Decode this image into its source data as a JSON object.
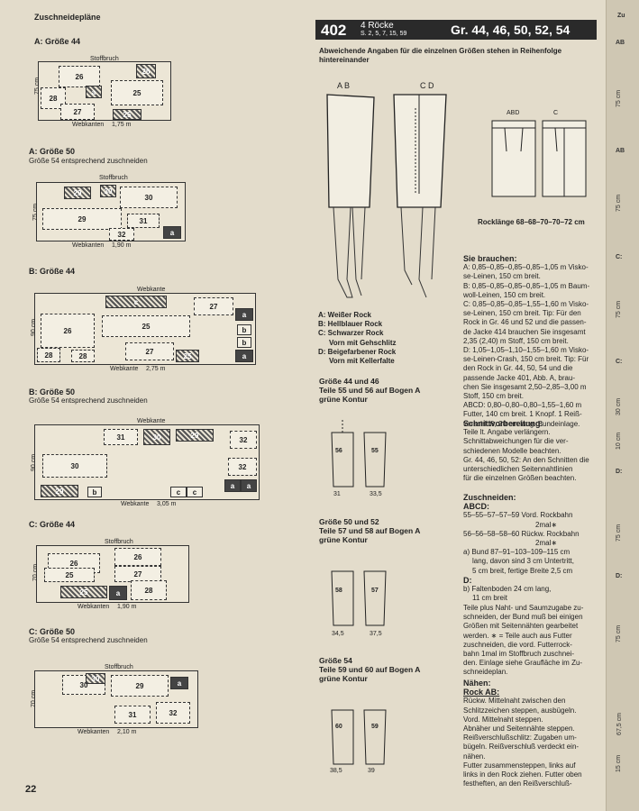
{
  "left": {
    "title": "Zuschneidepläne",
    "sections": [
      {
        "heading": "A: Größe 44",
        "sub": "",
        "fold": "Stoffbruch",
        "fold2": "",
        "bottom": "Webkanten",
        "length": "1,75 m",
        "side": "75 cm",
        "pieces": [
          "26",
          "26",
          "25",
          "28",
          "27",
          "a",
          "25"
        ]
      },
      {
        "heading": "A: Größe 50",
        "sub": "Größe 54 entsprechend zuschneiden",
        "fold": "Stoffbruch",
        "fold2": "",
        "bottom": "Webkanten",
        "length": "1,90 m",
        "side": "75 cm",
        "pieces": [
          "29",
          "30",
          "30",
          "29",
          "31",
          "32",
          "a"
        ]
      },
      {
        "heading": "B: Größe 44",
        "sub": "",
        "fold": "Webkante",
        "fold2": "",
        "bottom": "Webkante",
        "length": "2,75 m",
        "side": "90 cm",
        "pieces": [
          "c",
          "27",
          "26",
          "25",
          "a",
          "b",
          "b",
          "28",
          "28",
          "27",
          "25",
          "a"
        ]
      },
      {
        "heading": "B: Größe 50",
        "sub": "Größe 54 entsprechend zuschneiden",
        "fold": "Webkante",
        "fold2": "",
        "bottom": "Webkante",
        "length": "3,05 m",
        "side": "90 cm",
        "pieces": [
          "31",
          "30",
          "29",
          "32",
          "30",
          "32",
          "29",
          "b",
          "c",
          "c",
          "a",
          "a"
        ]
      },
      {
        "heading": "C: Größe 44",
        "sub": "",
        "fold": "Stoffbruch",
        "fold2": "",
        "bottom": "Webkanten",
        "length": "1,90 m",
        "side": "70 cm",
        "pieces": [
          "26",
          "25",
          "26",
          "27",
          "25",
          "a",
          "28"
        ]
      },
      {
        "heading": "C: Größe 50",
        "sub": "Größe 54 entsprechend zuschneiden",
        "fold": "Stoffbruch",
        "fold2": "",
        "bottom": "Webkanten",
        "length": "2,10 m",
        "side": "70 cm",
        "pieces": [
          "30",
          "29",
          "30",
          "a",
          "31",
          "32"
        ]
      }
    ],
    "page_number": "22"
  },
  "header": {
    "number": "402",
    "title": "4 Röcke",
    "pages": "S. 2, 5, 7, 15, 59",
    "sizes": "Gr. 44, 46, 50, 52, 54"
  },
  "intro": "Abweichende Angaben für die einzelnen Größen stehen in Reihenfolge hintereinander",
  "figures": {
    "ab": "A B",
    "cd": "C D",
    "abd": "ABD",
    "c": "C",
    "length": "Rocklänge 68–68–70–70–72 cm"
  },
  "legend": [
    "A: Weißer Rock",
    "B: Hellblauer Rock",
    "C: Schwarzer Rock",
    "Vorn mit Gehschlitz",
    "D: Beigefarbener Rock",
    "Vorn mit Kellerfalte"
  ],
  "sizes_blocks": [
    {
      "title1": "Größe 44 und 46",
      "title2": "Teile 55 und 56 auf Bogen A",
      "title3": "grüne Kontur",
      "p1": "56",
      "p2": "55",
      "m1": "31",
      "m2": "33,5"
    },
    {
      "title1": "Größe 50 und 52",
      "title2": "Teile 57 und 58 auf Bogen A",
      "title3": "grüne Kontur",
      "p1": "58",
      "p2": "57",
      "m1": "34,5",
      "m2": "37,5"
    },
    {
      "title1": "Größe 54",
      "title2": "Teile 59 und 60 auf Bogen A",
      "title3": "grüne Kontur",
      "p1": "60",
      "p2": "59",
      "m1": "38,5",
      "m2": "39"
    }
  ],
  "brauchen": {
    "title": "Sie brauchen:",
    "lines": [
      "A: 0,85–0,85–0,85–0,85–1,05 m Visko-",
      "se-Leinen, 150 cm breit.",
      "B: 0,85–0,85–0,85–0,85–1,05 m Baum-",
      "woll-Leinen, 150 cm breit.",
      "C: 0,85–0,85–0,85–1,55–1,60 m Visko-",
      "se-Leinen, 150 cm breit. Tip: Für den",
      "Rock in Gr. 46 und 52 und die passen-",
      "de Jacke 414 brauchen Sie insgesamt",
      "2,35 (2,40) m Stoff, 150 cm breit.",
      "D: 1,05–1,05–1,10–1,55–1,60 m Visko-",
      "se-Leinen-Crash, 150 cm breit. Tip: Für",
      "den Rock in Gr. 44, 50, 54 und die",
      "passende Jacke 401, Abb. A, brau-",
      "chen Sie insgesamt 2,50–2,85–3,00 m",
      "Stoff, 150 cm breit.",
      "ABCD: 0,80–0,80–0,80–1,55–1,60 m",
      "Futter, 140 cm breit. 1 Knopf. 1 Reiß-",
      "verschluß, 20 cm lang. Bundeinlage."
    ]
  },
  "vorbereitung": {
    "title": "Schnittvorbereitung:",
    "lines": [
      "Teile lt. Angabe verlängern.",
      "Schnittabweichungen für die ver-",
      "schiedenen Modelle beachten.",
      "Gr. 44, 46, 50, 52: An den Schnitten die",
      "unterschiedlichen Seitennahtlinien",
      "für die einzelnen Größen beachten."
    ]
  },
  "zuschneiden": {
    "title": "Zuschneiden:",
    "lines": [
      "ABCD:",
      "55–55–57–57–59 Vord. Rockbahn",
      "2mal∗",
      "56–56–58–58–60 Rückw. Rockbahn",
      "2mal∗",
      "a) Bund 87–91–103–109–115 cm",
      "lang, davon sind 3 cm Untertritt,",
      "5 cm breit, fertige Breite 2,5 cm",
      "D:",
      "b) Faltenboden 24 cm lang,",
      "11 cm breit"
    ]
  },
  "nahtzugabe": {
    "lines": [
      "Teile plus Naht- und Saumzugabe zu-",
      "schneiden, der Bund muß bei einigen",
      "Größen mit Seitennähten gearbeitet",
      "werden. ∗ = Teile auch aus Futter",
      "zuschneiden, die vord. Futterrock-",
      "bahn 1mal im Stoffbruch zuschnei-",
      "den. Einlage siehe Graufläche im Zu-",
      "schneideplan."
    ]
  },
  "naehen": {
    "title": "Nähen:",
    "lines": [
      "Rock AB:",
      "Rückw. Mittelnaht zwischen den",
      "Schlitzzeichen steppen, ausbügeln.",
      "Vord. Mittelnaht steppen.",
      "Abnäher und Seitennähte steppen.",
      "Reißverschlußschlitz: Zugaben um-",
      "bügeln. Reißverschluß verdeckt ein-",
      "nähen.",
      "Futter zusammensteppen, links auf",
      "links in den Rock ziehen. Futter oben",
      "festheften, an den Reißverschluß-"
    ]
  },
  "right_edge": {
    "top": "Zu",
    "items": [
      "AB",
      "75 cm",
      "AB",
      "75 cm",
      "C:",
      "75 cm",
      "C:",
      "30 cm",
      "10 cm",
      "D:",
      "75 cm",
      "D:",
      "75 cm",
      "67,5 cm",
      "15 cm"
    ]
  }
}
